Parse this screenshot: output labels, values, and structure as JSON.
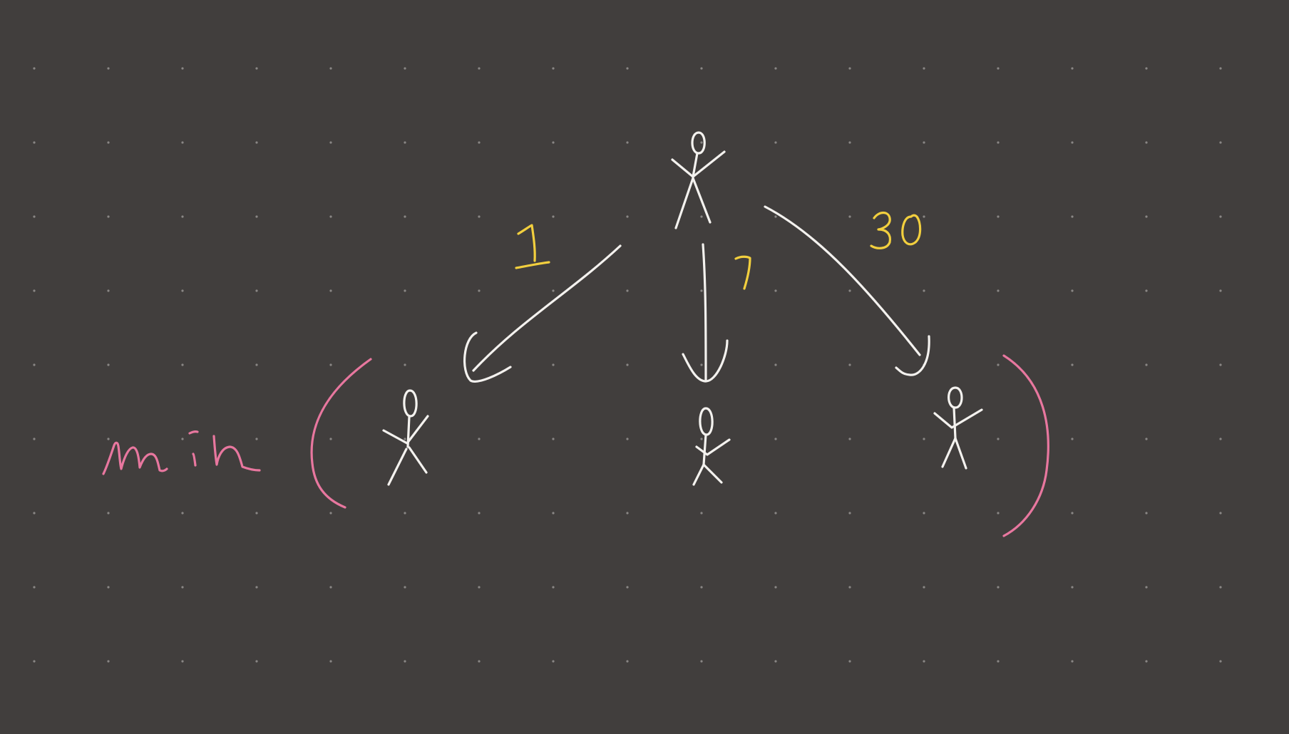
{
  "canvas": {
    "background_color": "#413e3d",
    "dot_color": "#8a8786",
    "grid": "dotted"
  },
  "colors": {
    "figures": "#f4f2ef",
    "weights": "#f2cf3e",
    "bracket": "#e8779f"
  },
  "edge_weights": [
    "1",
    "7",
    "30"
  ],
  "annotation": {
    "text": "min",
    "style": "handwritten"
  },
  "figures": [
    "root-person",
    "left-person",
    "center-person",
    "right-person"
  ],
  "icons": [
    "stick-figure-icon",
    "arrow-icon",
    "parenthesis-icon"
  ]
}
